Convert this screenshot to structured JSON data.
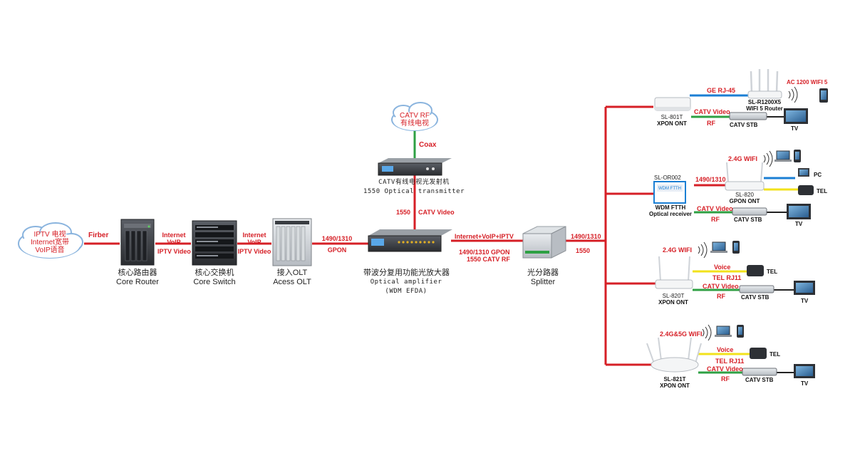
{
  "colors": {
    "fiber": "#d61f26",
    "ethernet": "#1b7fd4",
    "voice": "#f2e21b",
    "catv": "#2ea043",
    "device": "#cfd3d8",
    "dark": "#3a3d42"
  },
  "cloud_left": {
    "lines": [
      "IPTV 电视",
      "Internet宽带",
      "VoIP语音"
    ]
  },
  "cloud_top": {
    "lines": [
      "CATV RF",
      "有线电视"
    ]
  },
  "links": {
    "fiber": "Firber",
    "router_switch": [
      "Internet",
      "VoIP",
      "IPTV Video"
    ],
    "switch_olt": [
      "Internet",
      "VoIP",
      "IPTV Video"
    ],
    "olt_edfa": [
      "1490/1310",
      "GPON"
    ],
    "coax": "Coax",
    "tx_edfa": [
      "1550",
      "CATV Video"
    ],
    "edfa_splitter": [
      "Internet+VoIP+IPTV",
      "1490/1310  GPON",
      "1550 CATV RF"
    ],
    "splitter_out": [
      "1490/1310",
      "1550"
    ]
  },
  "devices": {
    "core_router": [
      "核心路由器",
      "Core Router"
    ],
    "core_switch": [
      "核心交换机",
      "Core Switch"
    ],
    "olt": [
      "接入OLT",
      "Acess OLT"
    ],
    "edfa": [
      "带波分复用功能光放大器",
      "Optical amplifier",
      "(WDM EFDA)"
    ],
    "transmitter": [
      "CATV有线电视光发射机",
      "1550 Optical transmitter"
    ],
    "splitter": [
      "光分路器",
      "Splitter"
    ]
  },
  "branch1": {
    "ont": [
      "SL-801T",
      "XPON ONT"
    ],
    "ge": "GE RJ-45",
    "router": [
      "SL-R1200X5",
      "WIFI 5 Router"
    ],
    "ac": "AC 1200  WIFI 5",
    "catv": "CATV Video",
    "rf": "RF",
    "stb": "CATV STB",
    "tv": "TV"
  },
  "branch2": {
    "wifi": "2.4G WIFI",
    "rx_name": "SL-OR002",
    "rx_label": [
      "WDM FTTH",
      "Optical receiver"
    ],
    "rx_face": "WDM FTTH",
    "ont_link": "1490/1310",
    "ont": [
      "SL-820",
      "GPON ONT"
    ],
    "pc": "PC",
    "tel": "TEL",
    "catv": "CATV Video",
    "rf": "RF",
    "stb": "CATV STB",
    "tv": "TV"
  },
  "branch3": {
    "wifi": "2.4G WIFI",
    "ont": [
      "SL-820T",
      "XPON ONT"
    ],
    "voice": "Voice",
    "telrj": "TEL RJ11",
    "tel": "TEL",
    "catv": "CATV Video",
    "rf": "RF",
    "stb": "CATV STB",
    "tv": "TV"
  },
  "branch4": {
    "wifi": "2.4G&5G WIFI",
    "ont": [
      "SL-821T",
      "XPON ONT"
    ],
    "voice": "Voice",
    "telrj": "TEL RJ11",
    "tel": "TEL",
    "catv": "CATV Video",
    "rf": "RF",
    "stb": "CATV STB",
    "tv": "TV"
  }
}
